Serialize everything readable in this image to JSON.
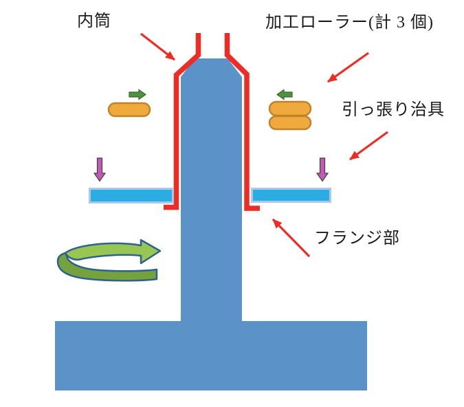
{
  "diagram": {
    "title_context": "tube-spinning process schematic",
    "labels": {
      "inner_cylinder": "内筒",
      "processing_rollers": "加工ローラー(計 3 個)",
      "pulling_jig": "引っ張り治具",
      "flange": "フランジ部"
    },
    "colors": {
      "background": "#ffffff",
      "mandrel_blue": "#5b92c8",
      "cylinder_red": "#ee2b24",
      "pointer_red": "#ee2b24",
      "flange_cyan": "#2bace2",
      "flange_border": "#abc8e6",
      "roller_orange": "#f0a93c",
      "roller_border": "#bf8329",
      "feed_green": "#4e9140",
      "feed_green_border": "#38682c",
      "press_purple": "#c05ab3",
      "press_purple_border": "#3f3f3f",
      "rotation_light_green": "#97c653",
      "rotation_dark_green": "#76a23e",
      "rotation_outline": "#2e618f",
      "label_text": "#1a1a1a"
    }
  }
}
